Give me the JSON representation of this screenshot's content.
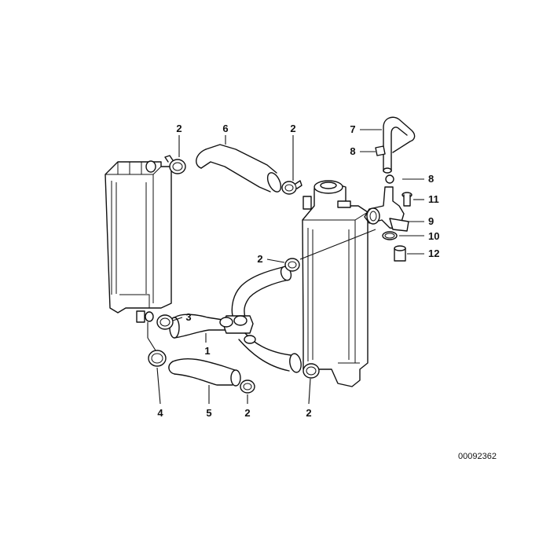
{
  "document_id": "00092362",
  "callouts": {
    "c1": "1",
    "c2a": "2",
    "c2b": "2",
    "c2c": "2",
    "c2d": "2",
    "c2e": "2",
    "c3": "3",
    "c4": "4",
    "c5": "5",
    "c6": "6",
    "c7": "7",
    "c8a": "8",
    "c8b": "8",
    "c9": "9",
    "c10": "10",
    "c11": "11",
    "c12": "12"
  }
}
